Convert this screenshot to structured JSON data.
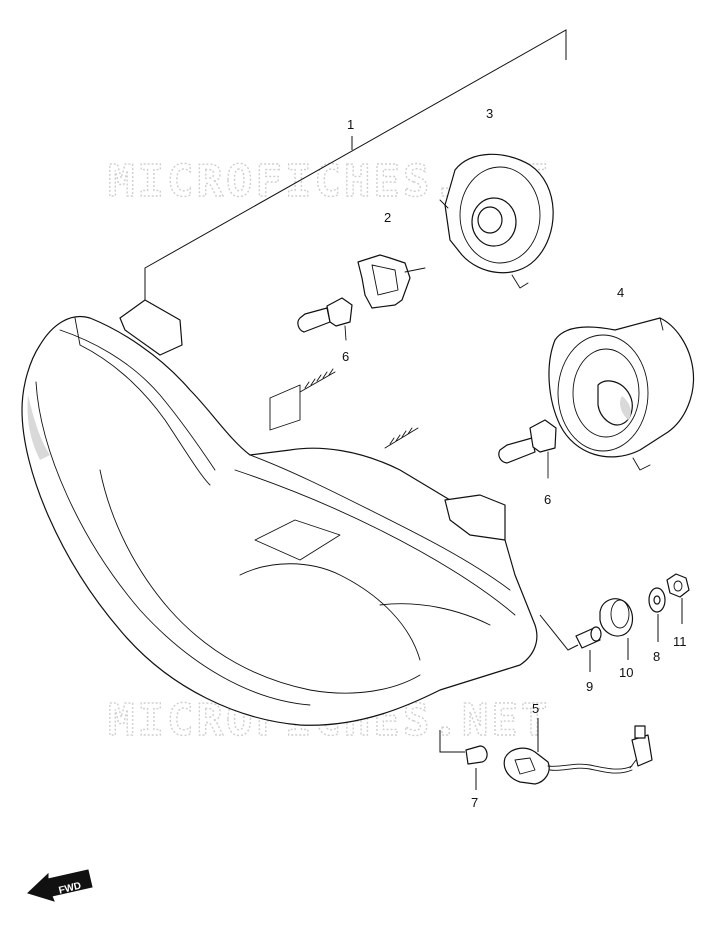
{
  "watermark": {
    "top": "MICROFICHES.NET",
    "bottom": "MICROFICHES.NET"
  },
  "callouts": {
    "p1": "1",
    "p2": "2",
    "p3": "3",
    "p4": "4",
    "p5": "5",
    "p6a": "6",
    "p6b": "6",
    "p7": "7",
    "p8": "8",
    "p9": "9",
    "p10": "10",
    "p11": "11"
  },
  "direction_arrow": {
    "label": "FWD",
    "icon": "fwd-arrow-icon"
  },
  "colors": {
    "line": "#111111",
    "watermark": "#cfcfcf",
    "background": "#ffffff"
  }
}
